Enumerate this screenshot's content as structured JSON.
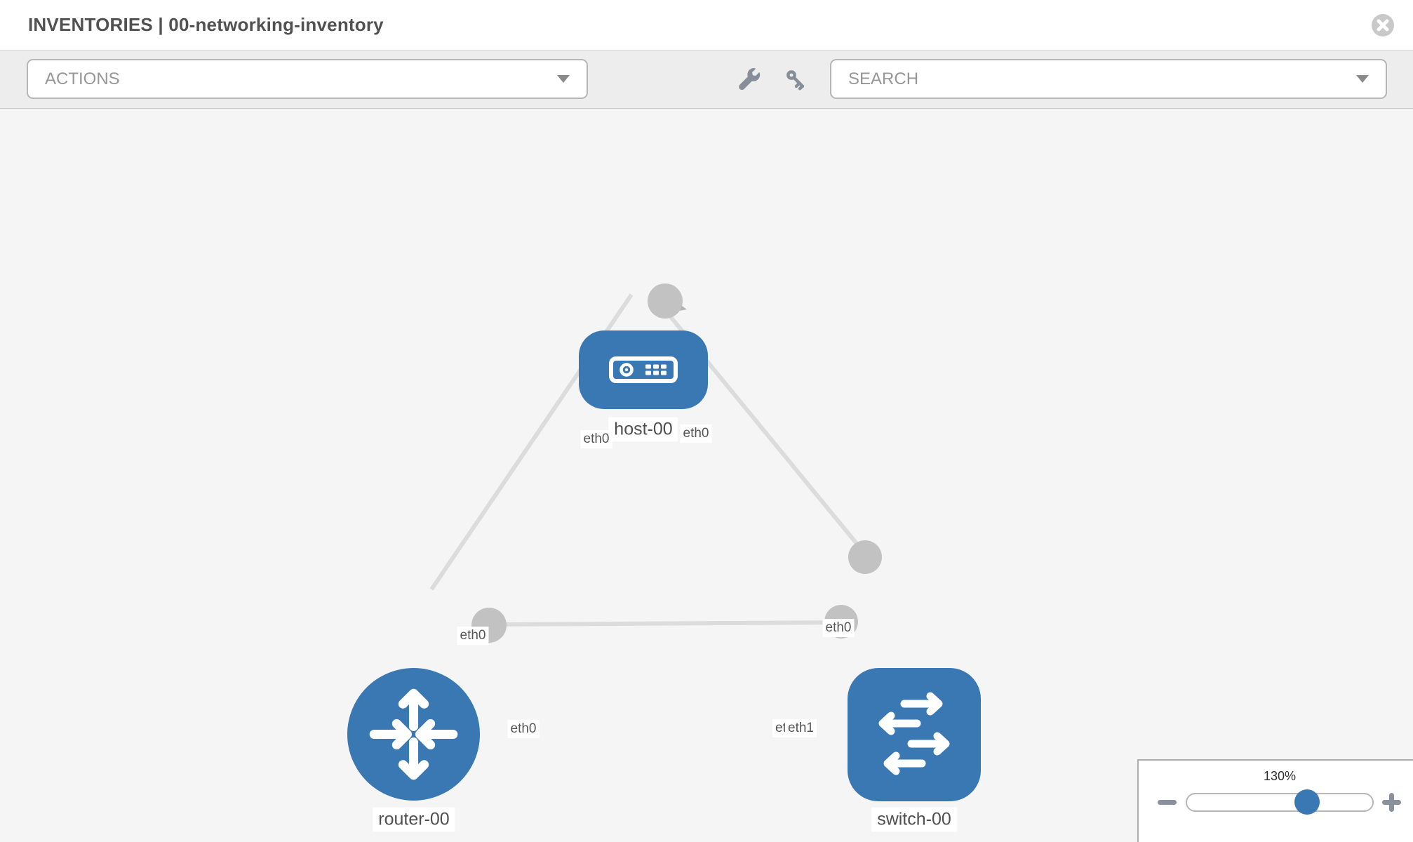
{
  "header": {
    "title": "INVENTORIES | 00-networking-inventory",
    "close_icon": "x-circle-icon"
  },
  "toolbar": {
    "actions": {
      "label": "ACTIONS",
      "dropdown_icon": "chevron-down-icon"
    },
    "tools": [
      {
        "icon": "wrench-icon"
      },
      {
        "icon": "key-icon"
      }
    ],
    "search": {
      "label": "SEARCH",
      "dropdown_icon": "chevron-down-icon"
    }
  },
  "topology": {
    "nodes": [
      {
        "label": "host-00",
        "type": "host",
        "icon": "server-icon"
      },
      {
        "label": "router-00",
        "type": "router",
        "icon": "router-arrows-icon"
      },
      {
        "label": "switch-00",
        "type": "switch",
        "icon": "switch-arrows-icon"
      }
    ],
    "interface_labels": [
      {
        "text": "eth0",
        "location": "host-to-router"
      },
      {
        "text": "eth0",
        "location": "host-to-switch"
      },
      {
        "text": "eth0",
        "location": "router-to-host"
      },
      {
        "text": "eth0",
        "location": "switch-to-host"
      },
      {
        "text": "eth0",
        "location": "router-to-switch"
      },
      {
        "text": "eth0",
        "location": "switch-to-router-back"
      },
      {
        "text": "eth1",
        "location": "switch-to-router-front"
      }
    ],
    "links": [
      {
        "from": "host-00",
        "to": "router-00"
      },
      {
        "from": "host-00",
        "to": "switch-00"
      },
      {
        "from": "router-00",
        "to": "switch-00"
      }
    ]
  },
  "zoom_control": {
    "level": "130%",
    "minus_icon": "minus-icon",
    "plus_icon": "plus-icon"
  },
  "colors": {
    "node_blue": "#3a78b4",
    "edge_gray": "#dcdcdc",
    "connector_gray": "#c2c2c2",
    "canvas_bg": "#f5f5f5",
    "toolbar_bg": "#ededed",
    "icon_gray": "#878e99",
    "title_gray": "#515151"
  }
}
